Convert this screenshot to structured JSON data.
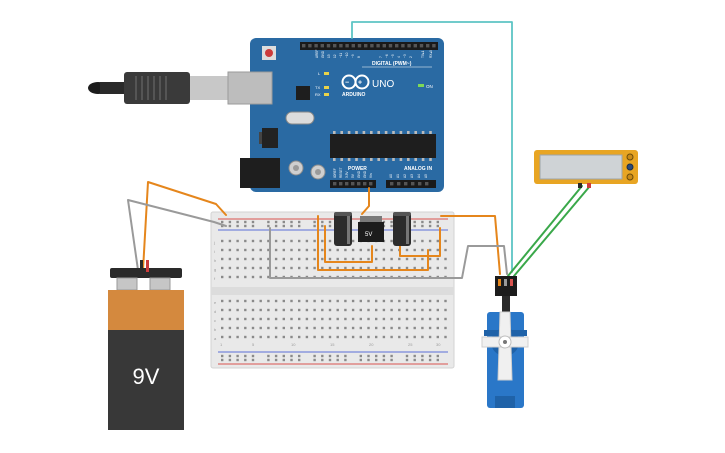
{
  "arduino": {
    "logo_text": "ARDUINO",
    "model_text": "UNO",
    "digital_header_label": "DIGITAL (PWM~)",
    "power_header_label": "POWER",
    "analog_header_label": "ANALOG IN",
    "aref_label": "AREF",
    "gnd_label": "GND",
    "on_label": "ON",
    "tx_label": "TX",
    "rx_label": "RX",
    "l_label": "L",
    "ioref_label": "IOREF",
    "reset_label": "RESET",
    "v33_label": "3.3V",
    "v5_label": "5V",
    "vin_label": "Vin",
    "a0": "A0",
    "a1": "A1",
    "a2": "A2",
    "a3": "A3",
    "a4": "A4",
    "a5": "A5",
    "pin13": "13",
    "pin12": "12",
    "pin11": "~11",
    "pin10": "~10",
    "pin9": "~9",
    "pin8": "8",
    "pin7": "7",
    "pin6": "~6",
    "pin5": "~5",
    "pin4": "4",
    "pin3": "~3",
    "pin2": "2",
    "pin1": "TX▸1",
    "pin0": "RX◂0"
  },
  "regulator": {
    "label": "5V"
  },
  "battery": {
    "label": "9V"
  },
  "breadboard": {
    "row_letters_top": [
      "j",
      "i",
      "h",
      "g",
      "f"
    ],
    "row_letters_bottom": [
      "e",
      "d",
      "c",
      "b",
      "a"
    ],
    "column_numbers": [
      "1",
      "5",
      "10",
      "15",
      "20",
      "25",
      "30"
    ]
  },
  "colors": {
    "board": "#2a6aa3",
    "wire_orange": "#e5861c",
    "wire_gray": "#9a9a9a",
    "wire_teal": "#5dc4c4",
    "wire_green": "#3aa84a",
    "battery_orange": "#d4893e",
    "battery_body": "#383838",
    "servo_blue": "#2a77c8",
    "sensor_yellow": "#e8a523"
  }
}
